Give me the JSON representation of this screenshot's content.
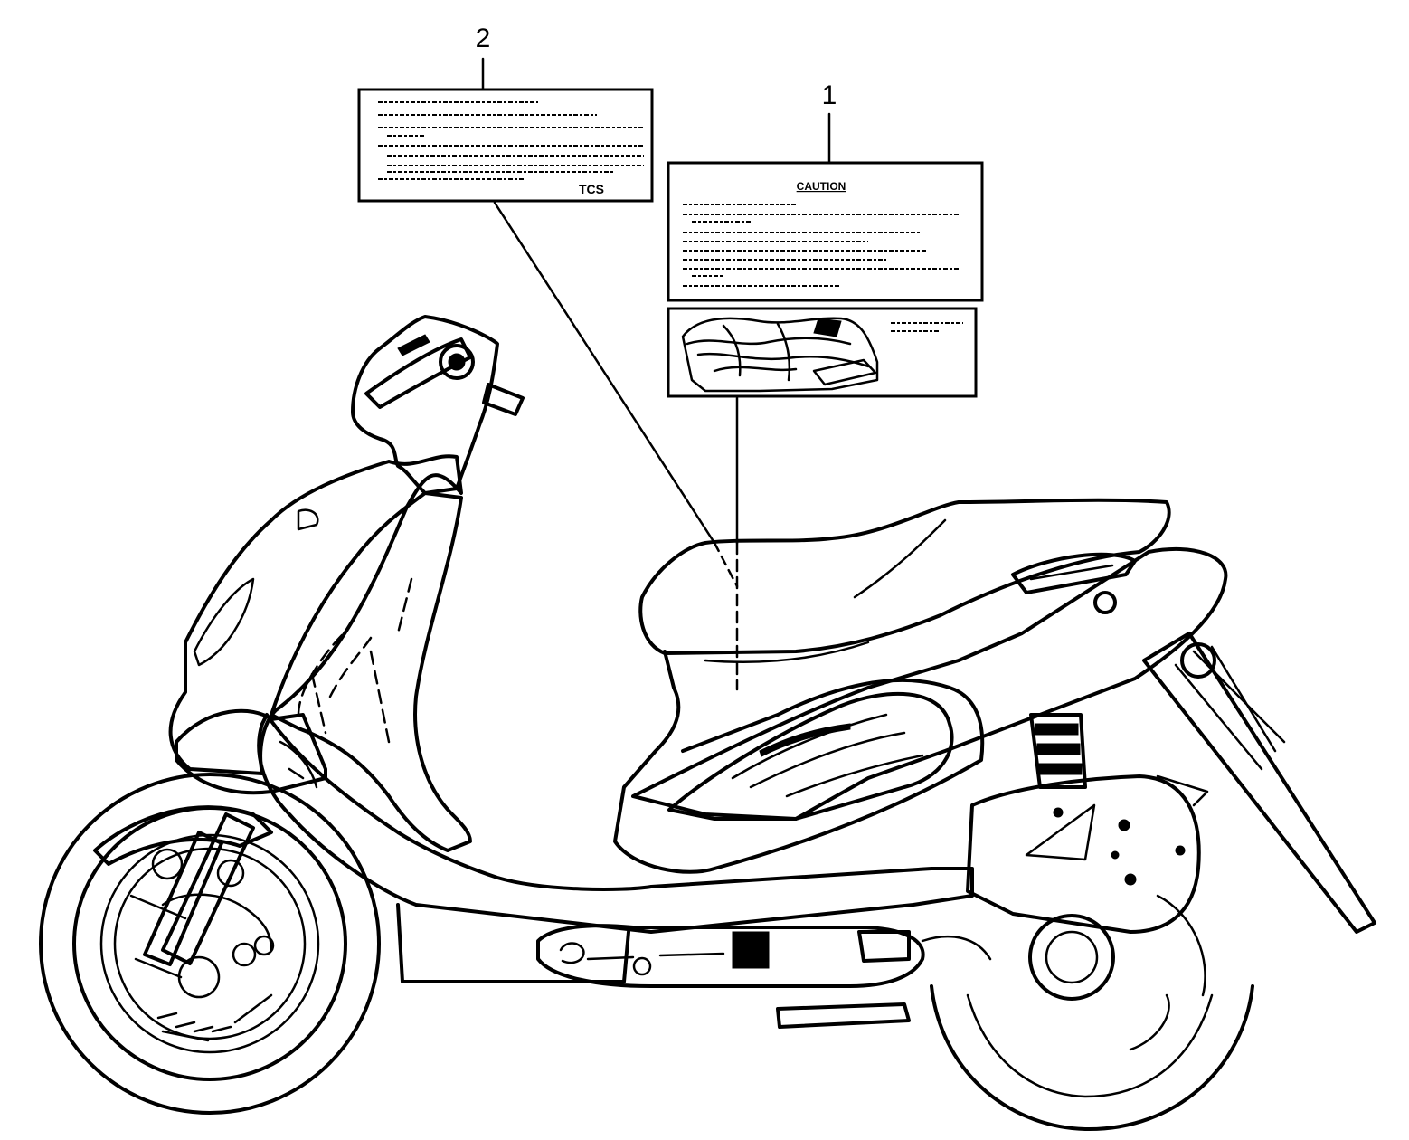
{
  "callouts": [
    {
      "number": "1"
    },
    {
      "number": "2"
    }
  ],
  "labels": {
    "caution_heading": "CAUTION",
    "label2_code": "TCS"
  },
  "colors": {
    "ink": "#000000",
    "paper": "#ffffff"
  }
}
